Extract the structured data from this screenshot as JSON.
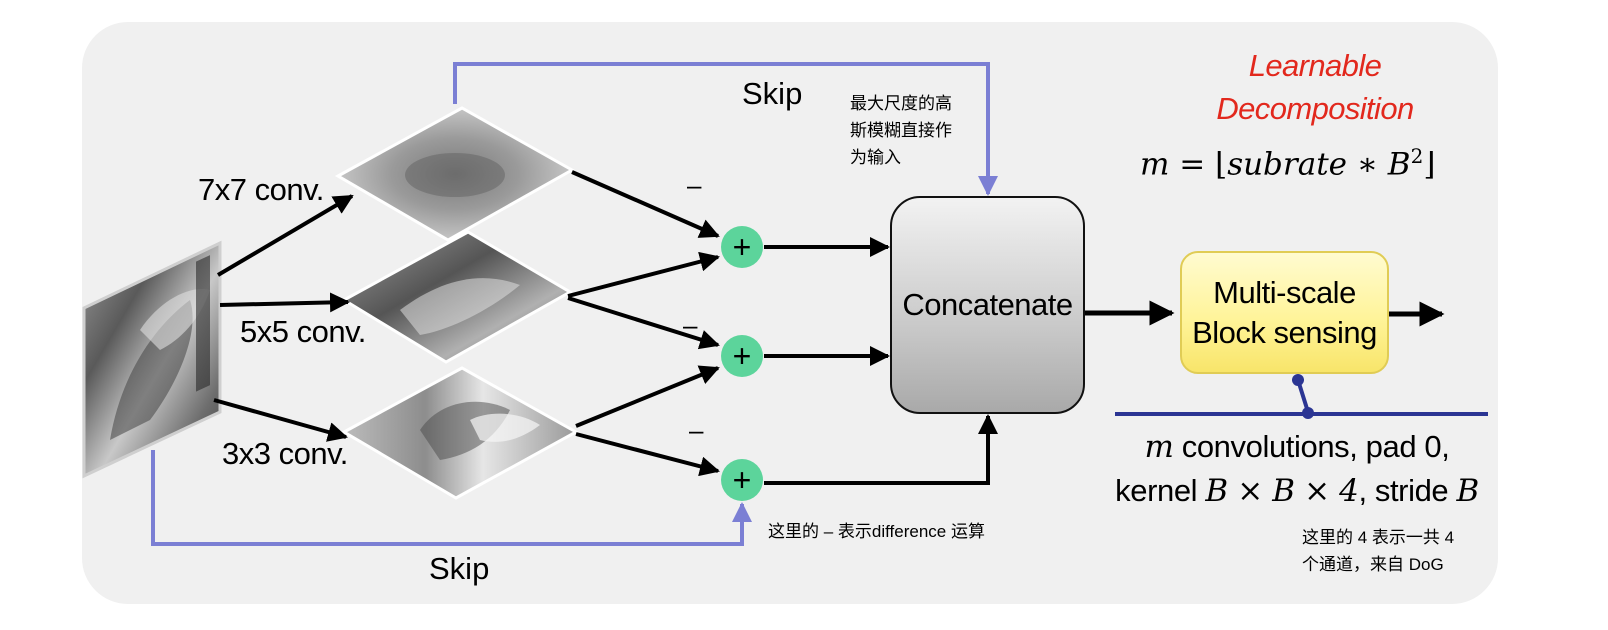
{
  "labels": {
    "conv7": "7x7 conv.",
    "conv5": "5x5 conv.",
    "conv3": "3x3 conv.",
    "skip_top": "Skip",
    "skip_bottom": "Skip",
    "minus": "–",
    "plus": "+"
  },
  "notes": {
    "top_line1": "最大尺度的高",
    "top_line2": "斯模糊直接作",
    "top_line3": "为输入",
    "bottom": "这里的 – 表示difference 运算",
    "channel_line1": "这里的 4 表示一共 4",
    "channel_line2": "个通道，来自 DoG"
  },
  "boxes": {
    "concatenate": "Concatenate",
    "sensing_line1": "Multi-scale",
    "sensing_line2": "Block sensing"
  },
  "learnable": {
    "line1": "Learnable",
    "line2": "Decomposition"
  },
  "formula": {
    "lhs": "m",
    "eq": " = ⌊",
    "var": "subrate",
    "op": " ∗ ",
    "base": "B",
    "exp": "2",
    "close": "⌋"
  },
  "conv_desc": {
    "m": "m",
    "line1_rest": " convolutions, pad 0,",
    "kernel": "kernel ",
    "dims": "B × B × 4",
    "stride": ", stride ",
    "b": "B"
  },
  "colors": {
    "skip": "#7b7fd4",
    "plus_circle": "#5cd49b",
    "learnable": "#e2281d",
    "baseline": "#2b3593"
  }
}
